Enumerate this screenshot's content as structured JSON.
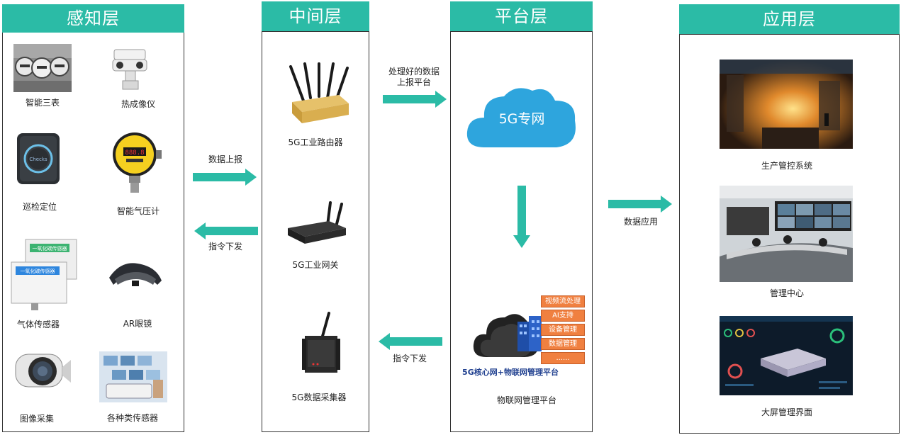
{
  "layers": {
    "perception": {
      "title": "感知层"
    },
    "middle": {
      "title": "中间层"
    },
    "platform": {
      "title": "平台层"
    },
    "application": {
      "title": "应用层"
    }
  },
  "perception_items": {
    "smart_meters": "智能三表",
    "thermal_imager": "热成像仪",
    "patrol_locator": "巡检定位",
    "smart_barometer": "智能气压计",
    "gas_sensor": "气体传感器",
    "ar_glasses": "AR眼镜",
    "image_capture": "图像采集",
    "various_sensors": "各种类传感器",
    "sensor_tag": "一氧化碳传感器"
  },
  "middle_items": {
    "router": "5G工业路由器",
    "gateway": "5G工业网关",
    "collector": "5G数据采集器"
  },
  "platform": {
    "cloud_label": "5G专网",
    "stack_items": [
      "视频流处理",
      "AI支持",
      "设备管理",
      "数据管理",
      "......"
    ],
    "banner": "5G核心网+物联网管理平台",
    "caption": "物联网管理平台"
  },
  "application_items": {
    "production": "生产管控系统",
    "management": "管理中心",
    "bigscreen": "大屏管理界面"
  },
  "arrows": {
    "data_report": "数据上报",
    "command_down_left": "指令下发",
    "processed_line1": "处理好的数据",
    "processed_line2": "上报平台",
    "command_down_mid": "指令下发",
    "data_apply": "数据应用"
  },
  "colors": {
    "header": "#2bbba6",
    "arrow": "#2bbba6",
    "cloud": "#2ea5dd",
    "stack": "#f08040"
  }
}
